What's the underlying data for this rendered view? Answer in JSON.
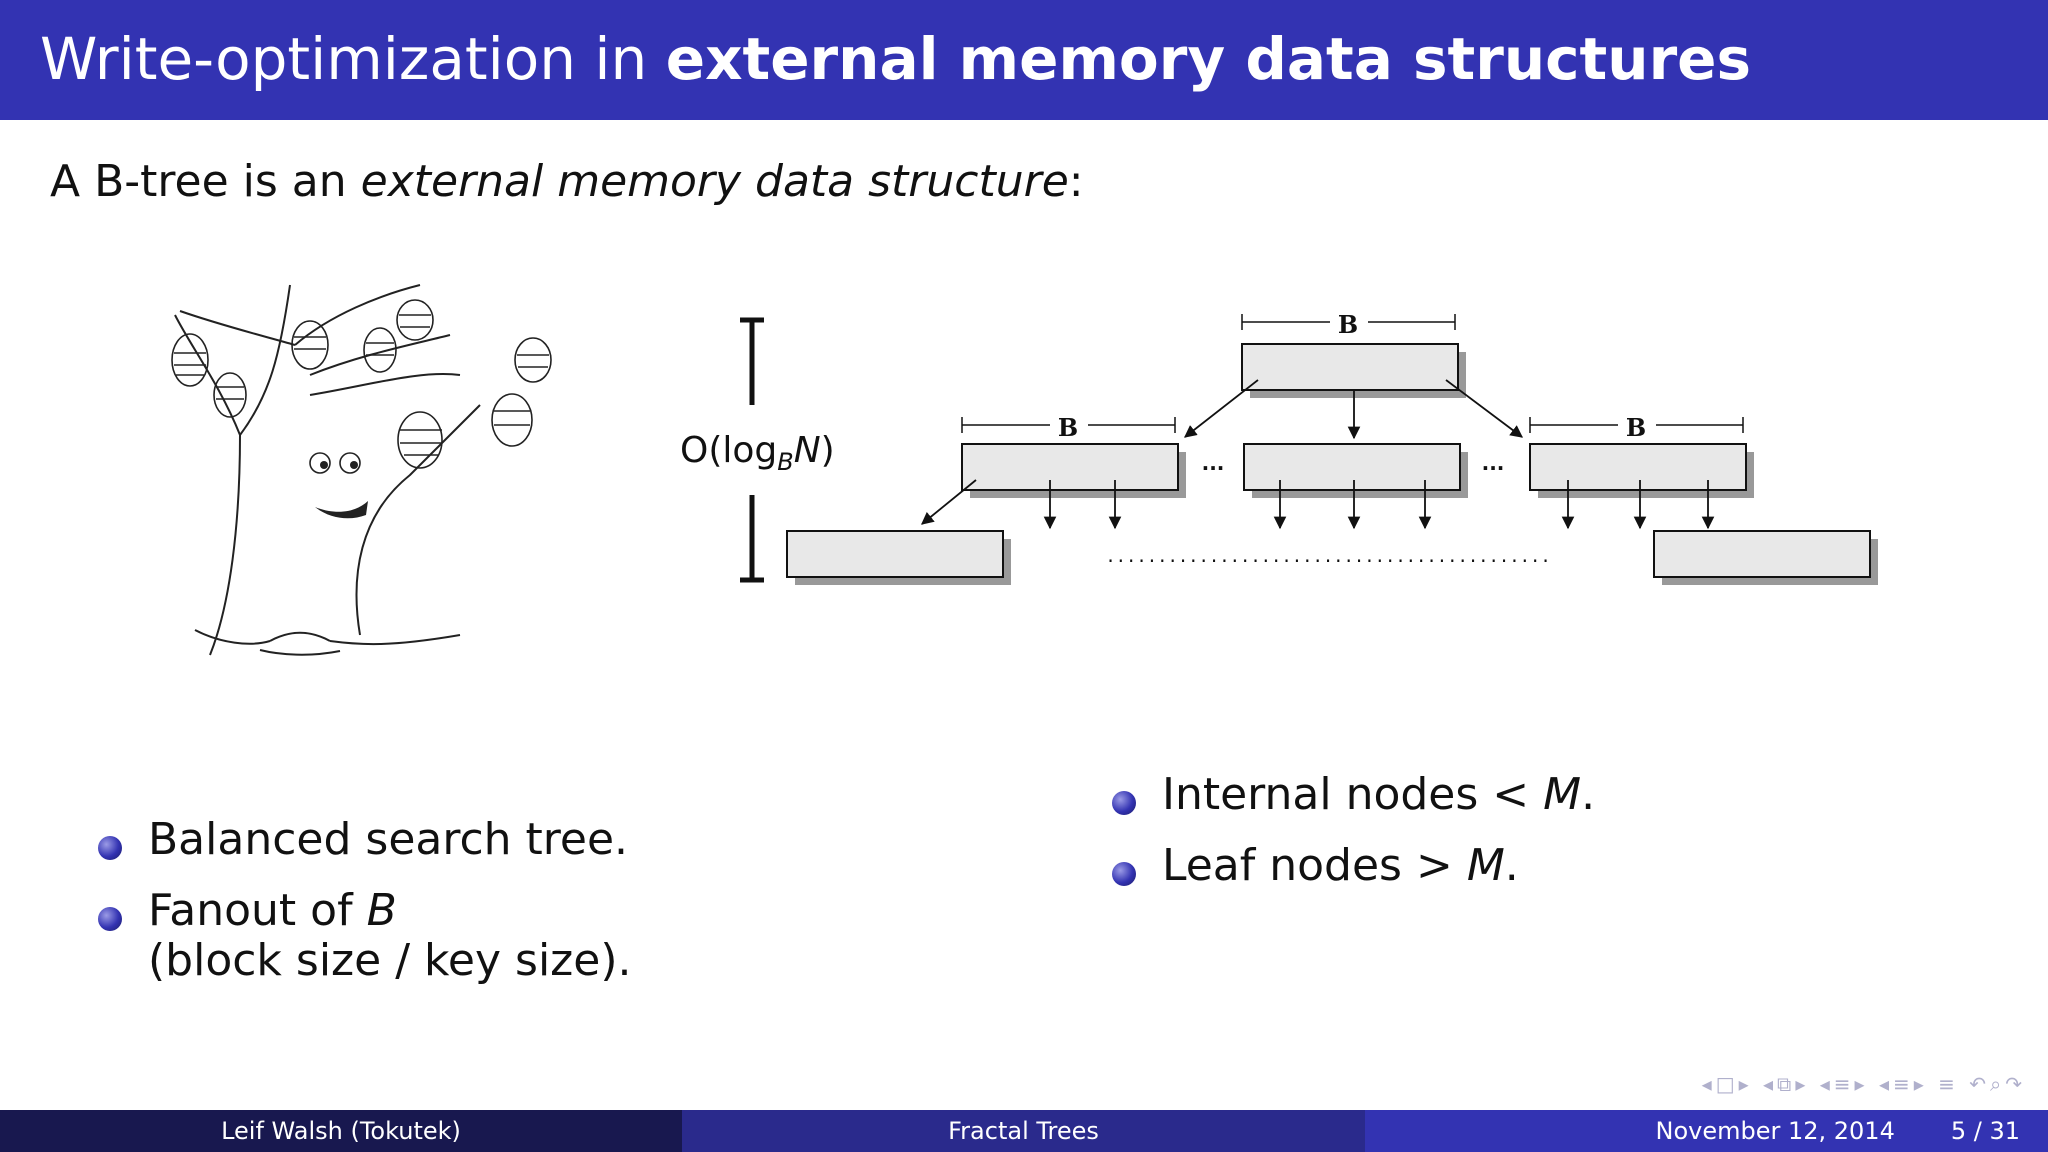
{
  "slide": {
    "title_plain": "Write-optimization in ",
    "title_bold": "external memory data structures",
    "intro_plain": "A B-tree is an ",
    "intro_italic": "external memory data structure",
    "intro_end": ":"
  },
  "diagram": {
    "height_label_prefix": "O(log",
    "height_label_sub": "B",
    "height_label_var": "N",
    "height_label_suffix": ")",
    "block_label": "B",
    "ellipsis": "...",
    "dots": "..........................................."
  },
  "left_bullets": [
    {
      "text": "Balanced search tree."
    },
    {
      "text_plain": "Fanout of ",
      "text_italic": "B",
      "line2": "(block size / key size)."
    }
  ],
  "right_bullets": [
    {
      "text_plain": "Internal nodes < ",
      "text_italic": "M",
      "text_end": "."
    },
    {
      "text_plain": "Leaf nodes > ",
      "text_italic": "M",
      "text_end": "."
    }
  ],
  "nav_icons": [
    "nav-prev-icon",
    "nav-frame-icon",
    "nav-subsection-icon",
    "nav-section-icon",
    "nav-align-icon",
    "nav-back-icon",
    "nav-search-icon",
    "nav-forward-icon"
  ],
  "footer": {
    "author": "Leif Walsh  (Tokutek)",
    "talk_title": "Fractal Trees",
    "date": "November 12, 2014",
    "page": "5 / 31"
  },
  "colors": {
    "theme": "#3333b2",
    "footer_dark": "#18184f",
    "footer_mid": "#2a2a8c"
  }
}
